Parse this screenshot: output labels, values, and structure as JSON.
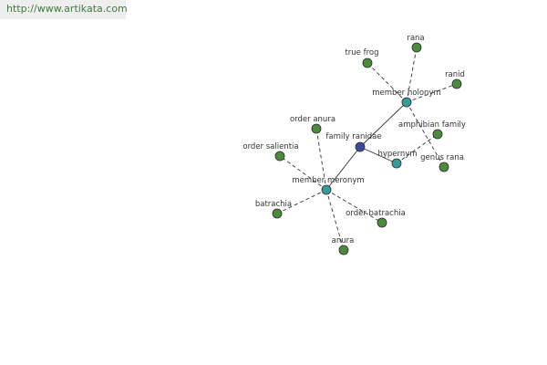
{
  "site_url": "http://www.artikata.com",
  "colors": {
    "center": "#3f4a9e",
    "relation": "#3a9a9a",
    "leaf": "#4d8a3f",
    "link": "#333333",
    "url_text": "#3f7a3f"
  },
  "graph": {
    "nodes": [
      {
        "id": "family-ranidae",
        "label": "family ranidae",
        "kind": "center"
      },
      {
        "id": "member-holonym",
        "label": "member holonym",
        "kind": "relation"
      },
      {
        "id": "member-meronym",
        "label": "member meronym",
        "kind": "relation"
      },
      {
        "id": "hypernym",
        "label": "hypernym",
        "kind": "relation"
      },
      {
        "id": "rana",
        "label": "rana",
        "kind": "leaf"
      },
      {
        "id": "true-frog",
        "label": "true frog",
        "kind": "leaf"
      },
      {
        "id": "ranid",
        "label": "ranid",
        "kind": "leaf"
      },
      {
        "id": "amphibian-family",
        "label": "amphibian family",
        "kind": "leaf"
      },
      {
        "id": "genus-rana",
        "label": "genus rana",
        "kind": "leaf"
      },
      {
        "id": "order-anura",
        "label": "order anura",
        "kind": "leaf"
      },
      {
        "id": "order-salientia",
        "label": "order salientia",
        "kind": "leaf"
      },
      {
        "id": "batrachia",
        "label": "batrachia",
        "kind": "leaf"
      },
      {
        "id": "order-batrachia",
        "label": "order batrachia",
        "kind": "leaf"
      },
      {
        "id": "anura",
        "label": "anura",
        "kind": "leaf"
      }
    ],
    "edges": [
      {
        "from": "family-ranidae",
        "to": "member-holonym",
        "style": "solid"
      },
      {
        "from": "family-ranidae",
        "to": "member-meronym",
        "style": "solid"
      },
      {
        "from": "family-ranidae",
        "to": "hypernym",
        "style": "solid"
      },
      {
        "from": "member-holonym",
        "to": "rana",
        "style": "dashed"
      },
      {
        "from": "member-holonym",
        "to": "true-frog",
        "style": "dashed"
      },
      {
        "from": "member-holonym",
        "to": "ranid",
        "style": "dashed"
      },
      {
        "from": "member-holonym",
        "to": "genus-rana",
        "style": "dashed"
      },
      {
        "from": "hypernym",
        "to": "amphibian-family",
        "style": "dashed"
      },
      {
        "from": "member-meronym",
        "to": "order-anura",
        "style": "dashed"
      },
      {
        "from": "member-meronym",
        "to": "order-salientia",
        "style": "dashed"
      },
      {
        "from": "member-meronym",
        "to": "batrachia",
        "style": "dashed"
      },
      {
        "from": "member-meronym",
        "to": "order-batrachia",
        "style": "dashed"
      },
      {
        "from": "member-meronym",
        "to": "anura",
        "style": "dashed"
      }
    ]
  }
}
